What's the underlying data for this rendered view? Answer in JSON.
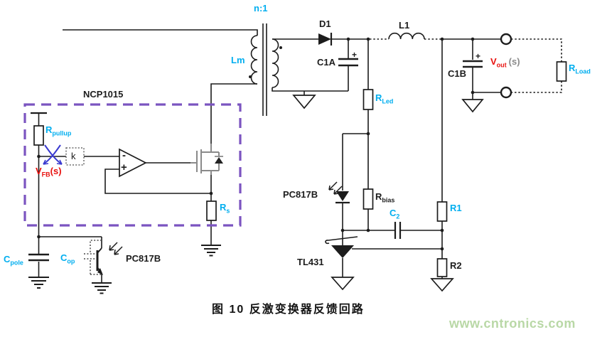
{
  "figure": {
    "caption": "图 10 反激变换器反馈回路",
    "watermark": "www.cntronics.com"
  },
  "colors": {
    "component_label_cyan": "#00aeef",
    "signal_label_red": "#e8110e",
    "suffix_gray": "#8a8a8a",
    "ic_box_purple": "#7b54c0",
    "fb_cross_blue": "#3a3ad0",
    "wire_black": "#1c1c1c",
    "mosfet_gray": "#8a8a8a",
    "watermark_green": "#b9d8a6"
  },
  "components": {
    "transformer_ratio": "n:1",
    "magnetizing_inductance": "Lm",
    "controller_ic": "NCP1015",
    "pullup_resistor": {
      "base": "R",
      "sub": "pullup"
    },
    "fb_gain_block": "k",
    "fb_voltage": {
      "base": "V",
      "sub": "FB",
      "tail": "(s)"
    },
    "pole_capacitor": {
      "base": "C",
      "sub": "pole"
    },
    "opto_capacitor": {
      "base": "C",
      "sub": "op"
    },
    "optocoupler_transistor": "PC817B",
    "sense_resistor": {
      "base": "R",
      "sub": "s"
    },
    "opamp_minus": "-",
    "opamp_plus": "+",
    "output_diode": "D1",
    "primary_cap": "C1A",
    "primary_cap_polarity": "+",
    "output_inductor": "L1",
    "output_cap": "C1B",
    "output_cap_polarity": "+",
    "output_voltage": {
      "base": "V",
      "sub": "out",
      "tail": "(s)"
    },
    "load_resistor": {
      "base": "R",
      "sub": "Load"
    },
    "led_resistor": {
      "base": "R",
      "sub": "Led"
    },
    "bias_resistor": {
      "base": "R",
      "sub": "bias"
    },
    "optocoupler_led": "PC817B",
    "comp_capacitor": {
      "base": "C",
      "sub": "2"
    },
    "divider_r1": "R1",
    "divider_r2": "R2",
    "shunt_regulator": "TL431"
  }
}
